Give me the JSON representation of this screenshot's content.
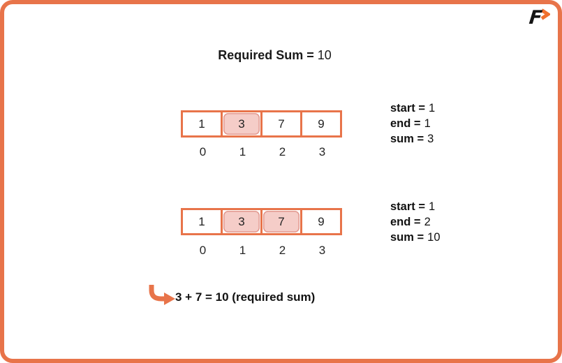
{
  "colors": {
    "accent_orange": "#E8744A",
    "highlight_fill": "#F5CDC8",
    "highlight_border": "#E2998F",
    "text": "#1A1A1A"
  },
  "logo": {
    "letter": "F"
  },
  "title": {
    "label": "Required Sum =",
    "value": "10"
  },
  "steps": [
    {
      "cells": [
        "1",
        "3",
        "7",
        "9"
      ],
      "highlighted_indices": [
        1
      ],
      "indices": [
        "0",
        "1",
        "2",
        "3"
      ],
      "state": {
        "start_label": "start =",
        "start_value": "1",
        "end_label": "end =",
        "end_value": "1",
        "sum_label": "sum =",
        "sum_value": "3"
      }
    },
    {
      "cells": [
        "1",
        "3",
        "7",
        "9"
      ],
      "highlighted_indices": [
        1,
        2
      ],
      "indices": [
        "0",
        "1",
        "2",
        "3"
      ],
      "state": {
        "start_label": "start =",
        "start_value": "1",
        "end_label": "end =",
        "end_value": "2",
        "sum_label": "sum =",
        "sum_value": "10"
      }
    }
  ],
  "annotation": {
    "text": "3 + 7 = 10 (required sum)"
  }
}
